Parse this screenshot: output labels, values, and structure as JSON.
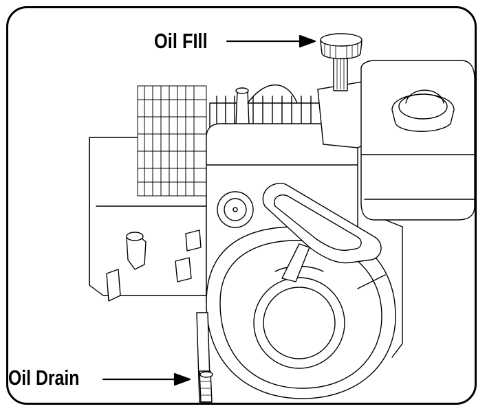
{
  "callouts": {
    "oil_fill": "Oil FIll",
    "oil_drain": "Oil Drain"
  },
  "colors": {
    "line": "#000000",
    "background": "#ffffff",
    "panel_border": "#000000"
  },
  "icons": [
    "oil-fill-cap-icon",
    "oil-drain-plug-icon",
    "engine-illustration"
  ]
}
